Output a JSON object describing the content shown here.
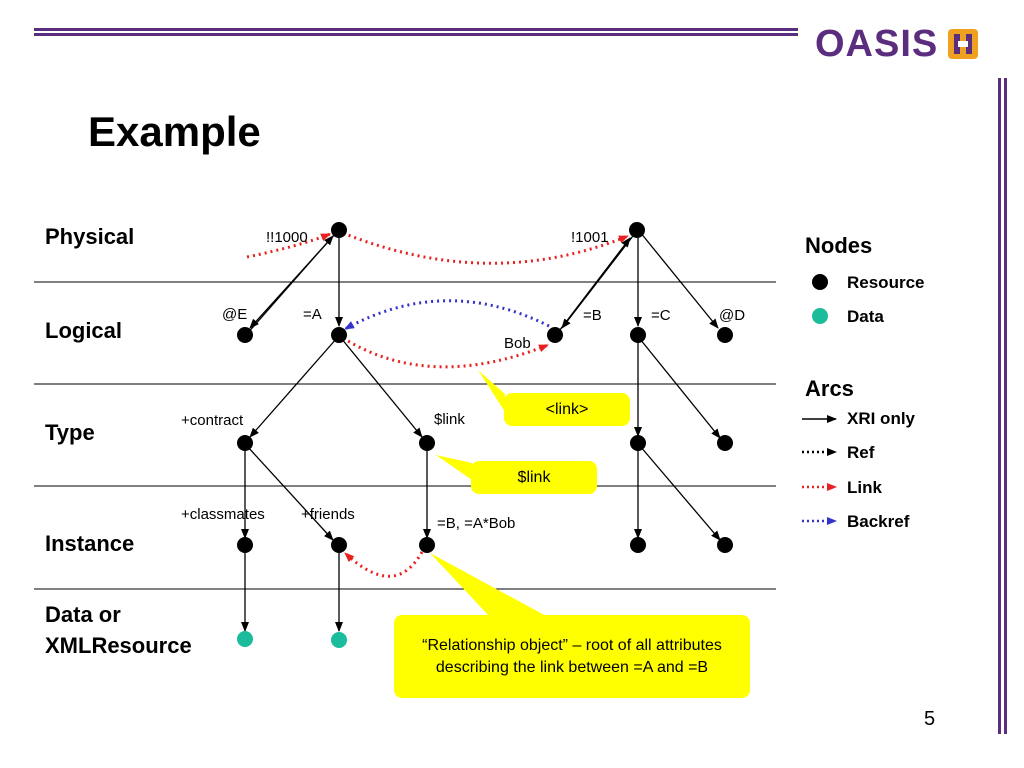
{
  "slide": {
    "title": "Example",
    "page_number": "5",
    "logo_text": "OASIS"
  },
  "rows": {
    "physical": "Physical",
    "logical": "Logical",
    "type": "Type",
    "instance": "Instance",
    "data_line1": "Data or",
    "data_line2": "XMLResource"
  },
  "node_labels": {
    "n1000": "!!1000",
    "n1001": "!1001",
    "E": "@E",
    "A": "=A",
    "B": "=B",
    "C": "=C",
    "D": "@D",
    "bob": "Bob",
    "contract": "+contract",
    "link": "$link",
    "classmates": "+classmates",
    "friends": "+friends",
    "relobj": "=B, =A*Bob"
  },
  "callouts": {
    "link_tag": "<link>",
    "link_type": "$link",
    "relationship": "“Relationship object” – root of all attributes describing the link between =A and =B"
  },
  "legend": {
    "nodes_heading": "Nodes",
    "resource": "Resource",
    "data": "Data",
    "arcs_heading": "Arcs",
    "xri_only": "XRI only",
    "ref": "Ref",
    "link": "Link",
    "backref": "Backref"
  },
  "colors": {
    "accent": "#5b2d7f",
    "callout": "#ffff00",
    "resource_node": "#000000",
    "data_node": "#1abc9c",
    "link_arc": "#e8201e",
    "backref_arc": "#3333cc"
  }
}
